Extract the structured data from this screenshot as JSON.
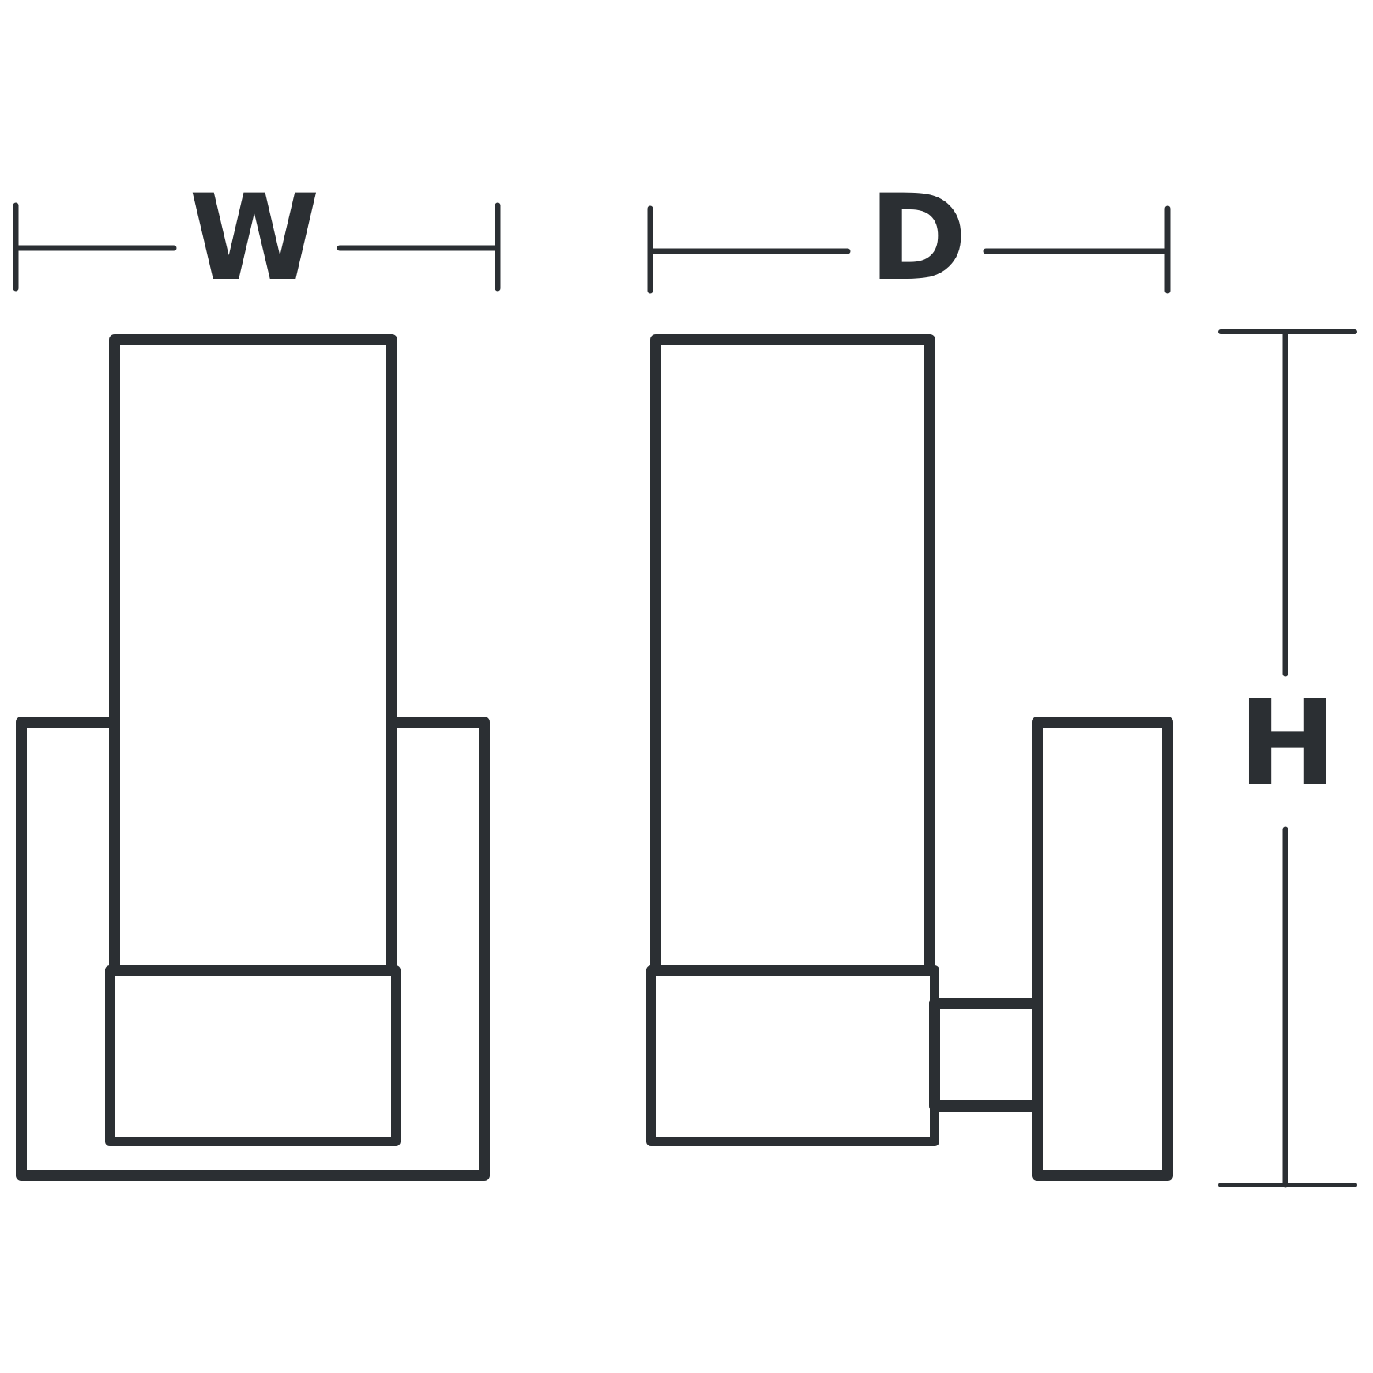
{
  "labels": {
    "width": "W",
    "depth": "D",
    "height": "H"
  },
  "colors": {
    "line": "#2b2f33",
    "background": "#ffffff"
  }
}
